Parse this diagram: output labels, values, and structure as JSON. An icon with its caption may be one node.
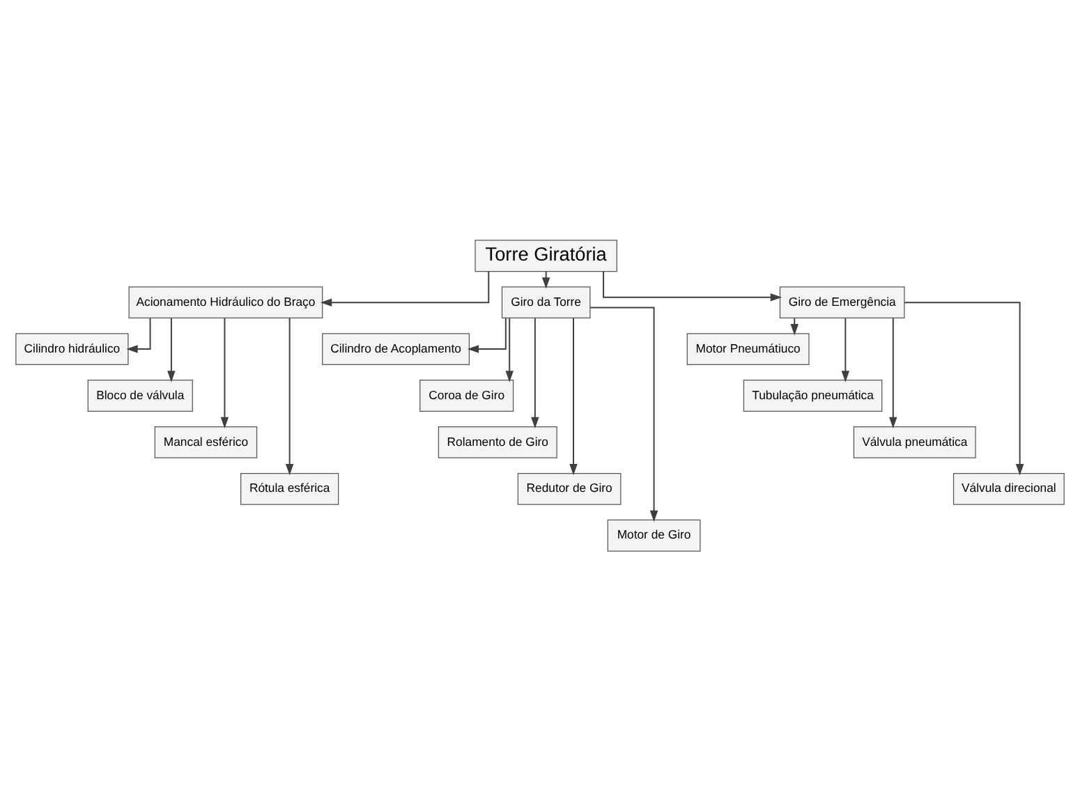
{
  "diagram": {
    "nodes": [
      {
        "text": [
          "Torre Giratória"
        ]
      },
      {
        "text": [
          "Acionamento Hidráulico do Braço"
        ]
      },
      {
        "text": [
          "Giro da Torre"
        ]
      },
      {
        "text": [
          "Giro de Emergência"
        ]
      },
      {
        "text": [
          "Cilindro hidráulico"
        ]
      },
      {
        "text": [
          "Bloco de válvula"
        ]
      },
      {
        "text": [
          "Mancal esférico"
        ]
      },
      {
        "text": [
          "Rótula esférica"
        ]
      },
      {
        "text": [
          "Cilindro de Acoplamento"
        ]
      },
      {
        "text": [
          "Coroa de Giro"
        ]
      },
      {
        "text": [
          "Rolamento de Giro"
        ]
      },
      {
        "text": [
          "Redutor de Giro"
        ]
      },
      {
        "text": [
          "Motor de Giro"
        ]
      },
      {
        "text": [
          "Motor Pneumátiuco"
        ]
      },
      {
        "text": [
          "Tubulação pneumática"
        ]
      },
      {
        "text": [
          "Válvula pneumática"
        ]
      },
      {
        "text": [
          "Válvula direcional"
        ]
      }
    ],
    "edges": [
      {
        "from": 0,
        "to": 1,
        "arrow": "to"
      },
      {
        "from": 0,
        "to": 2,
        "arrow": "to"
      },
      {
        "from": 0,
        "to": 3,
        "arrow": "to"
      },
      {
        "from": 1,
        "to": 4,
        "arrow": "to"
      },
      {
        "from": 1,
        "to": 5,
        "arrow": "to"
      },
      {
        "from": 1,
        "to": 6,
        "arrow": "to"
      },
      {
        "from": 1,
        "to": 7,
        "arrow": "to"
      },
      {
        "from": 2,
        "to": 8,
        "arrow": "to"
      },
      {
        "from": 2,
        "to": 9,
        "arrow": "to"
      },
      {
        "from": 2,
        "to": 10,
        "arrow": "to"
      },
      {
        "from": 2,
        "to": 11,
        "arrow": "to"
      },
      {
        "from": 2,
        "to": 12,
        "arrow": "to"
      },
      {
        "from": 3,
        "to": 13,
        "arrow": "to"
      },
      {
        "from": 3,
        "to": 14,
        "arrow": "to"
      },
      {
        "from": 3,
        "to": 15,
        "arrow": "to"
      },
      {
        "from": 3,
        "to": 16,
        "arrow": "to"
      }
    ]
  }
}
